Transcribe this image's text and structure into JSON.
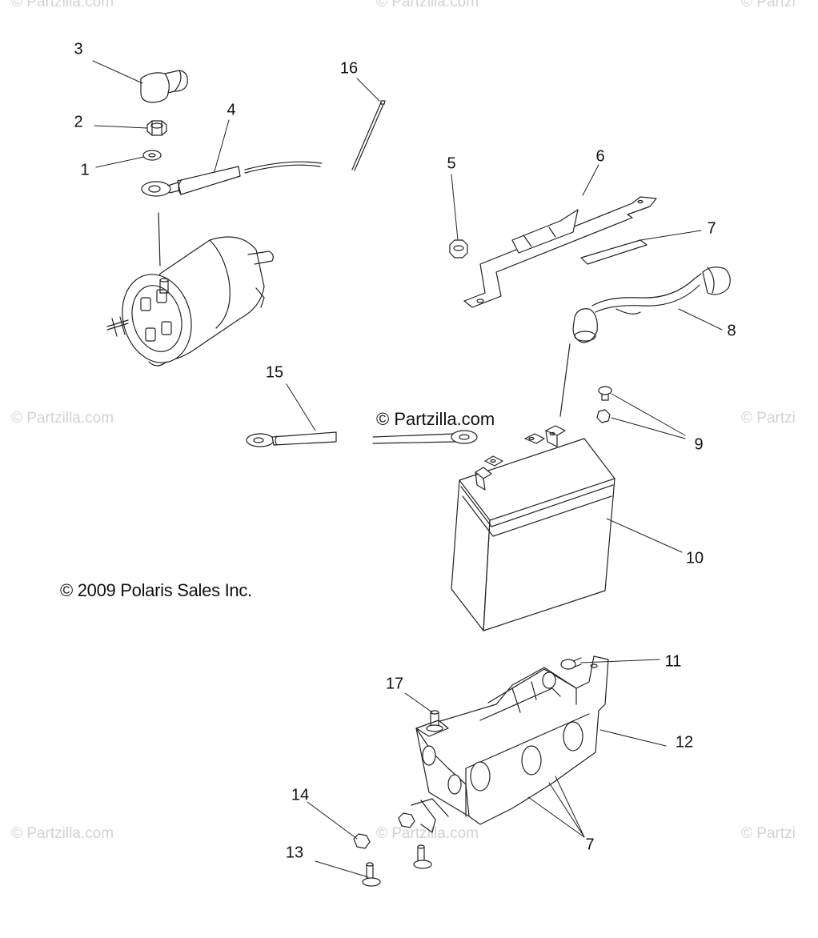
{
  "watermark": "© Partzilla.com",
  "watermark_partial": "© Partzi",
  "center_watermark": "© Partzilla.com",
  "copyright": "© 2009 Polaris Sales Inc.",
  "callouts": {
    "c1": "1",
    "c2": "2",
    "c3": "3",
    "c4": "4",
    "c5": "5",
    "c6": "6",
    "c7a": "7",
    "c7b": "7",
    "c8": "8",
    "c9": "9",
    "c10": "10",
    "c11": "11",
    "c12": "12",
    "c13": "13",
    "c14": "14",
    "c15": "15",
    "c16": "16",
    "c17": "17"
  },
  "colors": {
    "line": "#222222",
    "watermark": "#d2d2d2"
  }
}
